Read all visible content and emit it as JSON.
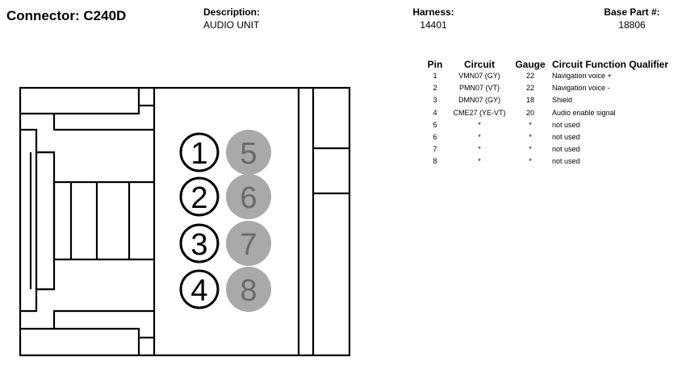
{
  "header": {
    "title": "Connector: C240D",
    "description_label": "Description:",
    "description_value": "AUDIO UNIT",
    "harness_label": "Harness:",
    "harness_value": "14401",
    "base_part_label": "Base Part #:",
    "base_part_value": "18806"
  },
  "table": {
    "headers": [
      "Pin",
      "Circuit",
      "Gauge",
      "Circuit Function",
      "Qualifier"
    ],
    "rows": [
      {
        "pin": "1",
        "circuit": "VMN07 (GY)",
        "gauge": "22",
        "function": "Navigation voice +",
        "qualifier": ""
      },
      {
        "pin": "2",
        "circuit": "PMN07 (VT)",
        "gauge": "22",
        "function": "Navigation voice -",
        "qualifier": ""
      },
      {
        "pin": "3",
        "circuit": "DMN07 (GY)",
        "gauge": "18",
        "function": "Shield",
        "qualifier": ""
      },
      {
        "pin": "4",
        "circuit": "CME27 (YE-VT)",
        "gauge": "20",
        "function": "Audio enable signal",
        "qualifier": ""
      },
      {
        "pin": "5",
        "circuit": "*",
        "gauge": "*",
        "function": "not used",
        "qualifier": ""
      },
      {
        "pin": "6",
        "circuit": "*",
        "gauge": "*",
        "function": "not used",
        "qualifier": ""
      },
      {
        "pin": "7",
        "circuit": "*",
        "gauge": "*",
        "function": "not used",
        "qualifier": ""
      },
      {
        "pin": "8",
        "circuit": "*",
        "gauge": "*",
        "function": "not used",
        "qualifier": ""
      }
    ]
  },
  "connector": {
    "pins_active": [
      "1",
      "2",
      "3",
      "4"
    ],
    "pins_unused": [
      "5",
      "6",
      "7",
      "8"
    ],
    "unused_pin_color": "#a9a9a9",
    "unused_pin_text_color": "#6a6a6a",
    "outline_color": "#000000"
  }
}
